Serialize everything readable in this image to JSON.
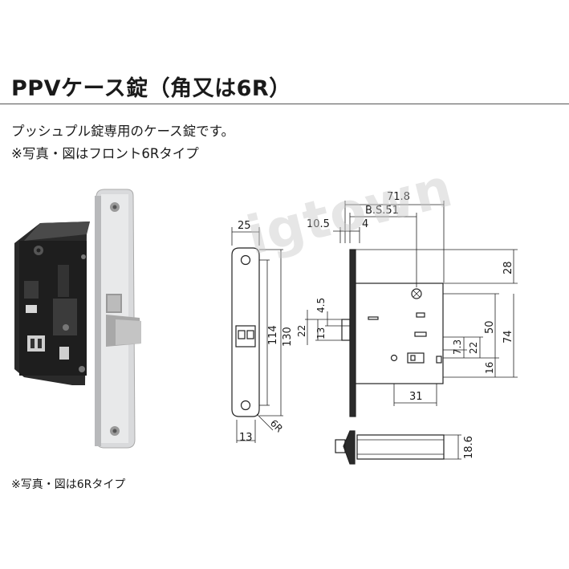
{
  "title": "PPVケース錠（角又は6R）",
  "description": {
    "line1": "プッシュプル錠専用のケース錠です。",
    "line2": "※写真・図はフロント6Rタイプ"
  },
  "photo_caption": "※写真・図は6Rタイプ",
  "watermark": "igtown",
  "front_view": {
    "width": "25",
    "length_outer": "130",
    "length_inner": "114",
    "bottom_width": "13",
    "corner": "6R"
  },
  "side_view": {
    "overall": "71.8",
    "backset": "B.S.51",
    "offset_a": "10.5",
    "offset_b": "4",
    "dim_4_5": "4.5",
    "dim_22_left": "22",
    "dim_13_left": "13",
    "dim_28": "28",
    "dim_50": "50",
    "dim_74": "74",
    "dim_7_3": "7.3",
    "dim_22_right": "22",
    "dim_16": "16",
    "dim_31": "31"
  },
  "bottom_view": {
    "thickness": "18.6"
  }
}
